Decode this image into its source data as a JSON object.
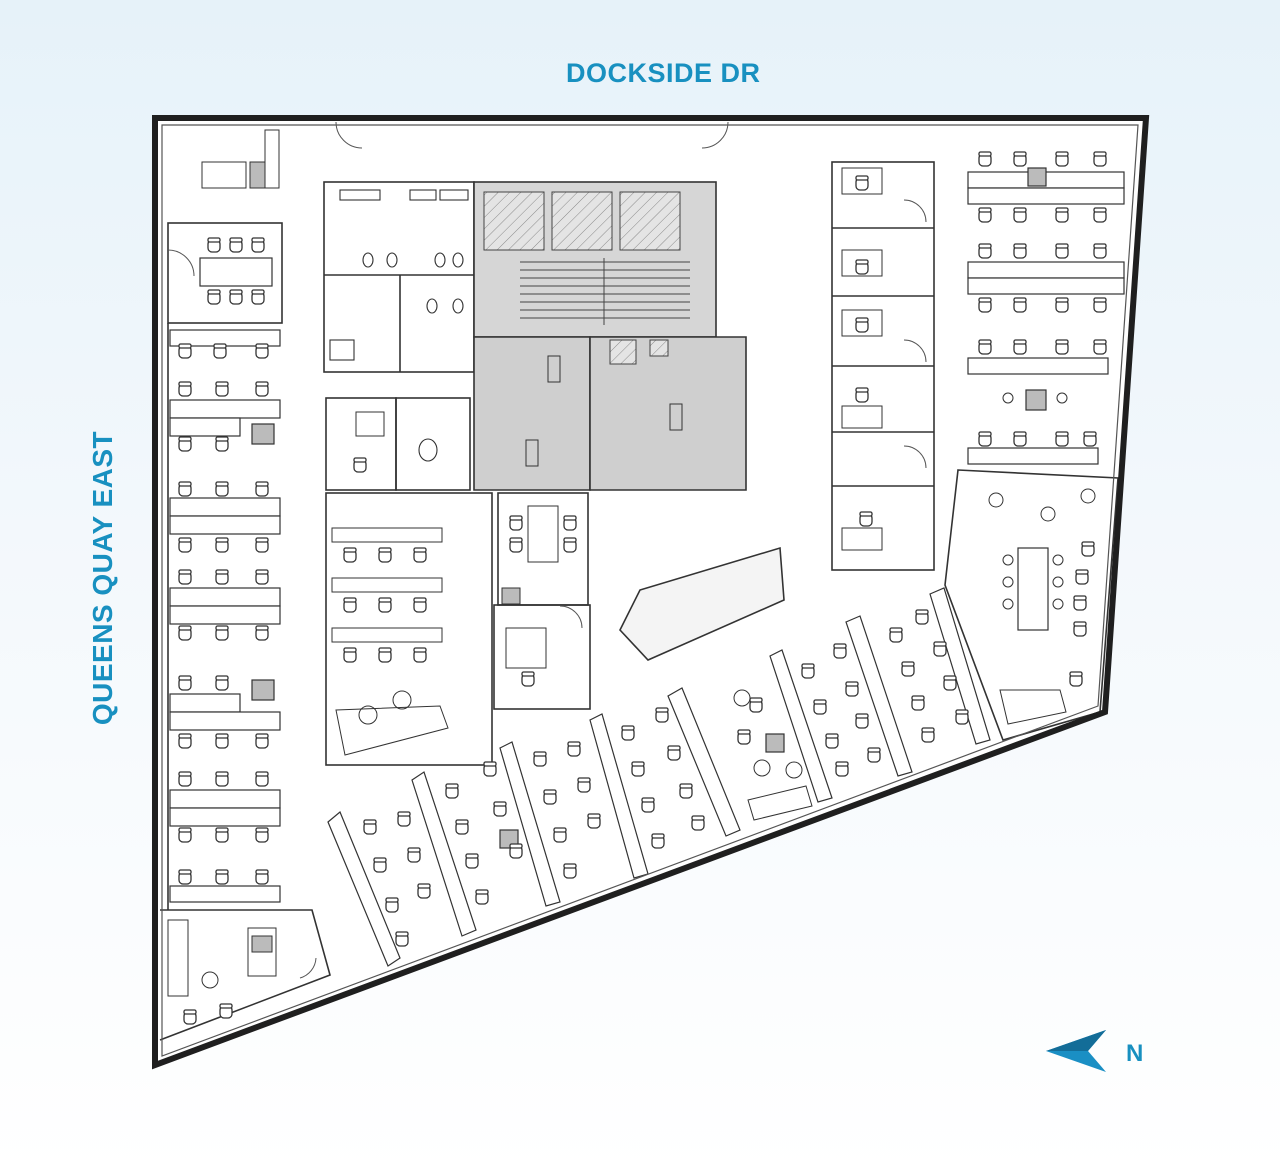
{
  "map": {
    "streets": {
      "top": "DOCKSIDE DR",
      "left": "QUEENS QUAY EAST"
    },
    "compass": {
      "direction_label": "N",
      "arrow_color": "#1a8fc4"
    },
    "colors": {
      "street_label": "#1890c0",
      "wall": "#222222",
      "core_fill": "#d2d2d2",
      "furniture": "#333333"
    }
  }
}
